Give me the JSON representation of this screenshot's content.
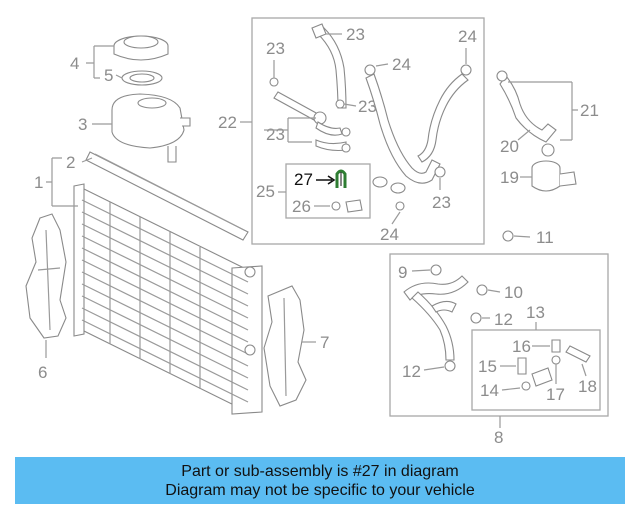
{
  "colors": {
    "banner_bg": "#5bbcf2",
    "highlight": "#2e7d32",
    "linework": "#8a8a8a",
    "label_text": "#8c8c8c",
    "highlight_label": "#111111"
  },
  "labels": {
    "l1": "1",
    "l2": "2",
    "l3": "3",
    "l4": "4",
    "l5": "5",
    "l6": "6",
    "l7": "7",
    "l8": "8",
    "l9": "9",
    "l10": "10",
    "l11": "11",
    "l12a": "12",
    "l12b": "12",
    "l13": "13",
    "l14": "14",
    "l15": "15",
    "l16": "16",
    "l17": "17",
    "l18": "18",
    "l19": "19",
    "l20": "20",
    "l21": "21",
    "l22": "22",
    "l23a": "23",
    "l23b": "23",
    "l23c": "23",
    "l23d": "23",
    "l23e": "23",
    "l24a": "24",
    "l24b": "24",
    "l24c": "24",
    "l25": "25",
    "l26": "26",
    "l27": "27"
  },
  "banner": {
    "line1": "Part or sub-assembly is #27 in diagram",
    "line2": "Diagram may not be specific to your vehicle"
  }
}
